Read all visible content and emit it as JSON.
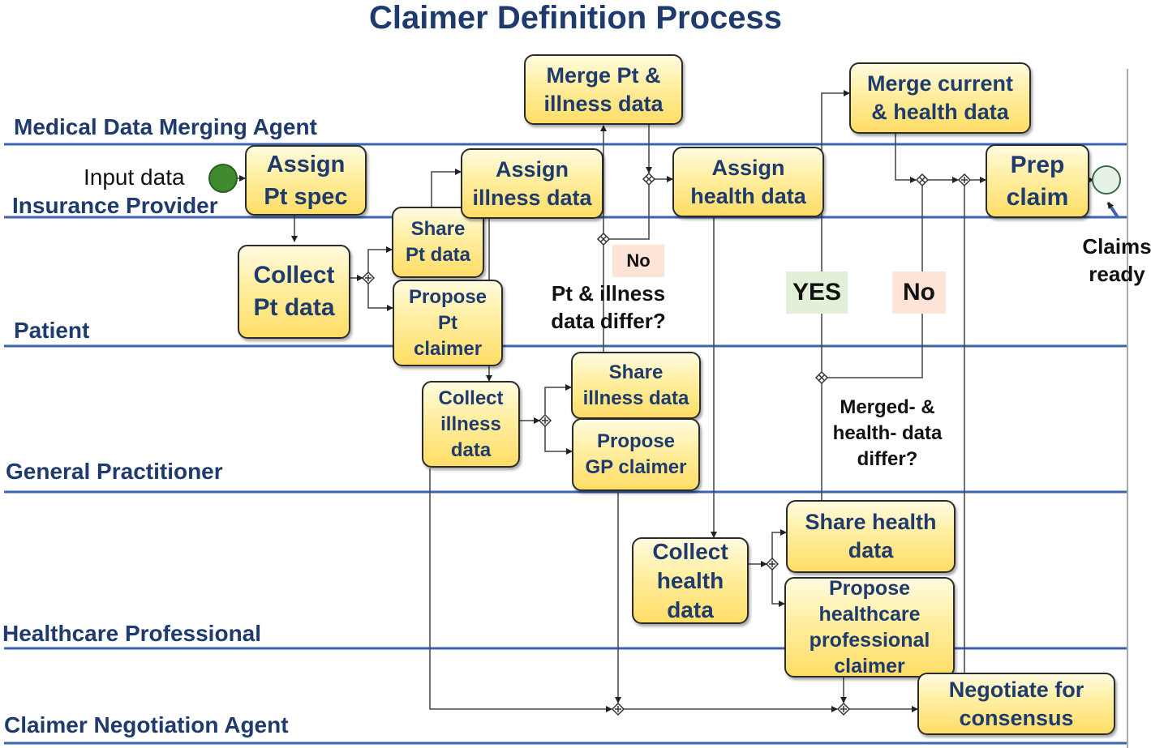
{
  "title": "Claimer Definition Process",
  "lanes": {
    "medical": "Medical Data Merging Agent",
    "insurance": "Insurance Provider",
    "patient": "Patient",
    "gp": "General Practitioner",
    "hcp": "Healthcare Professional",
    "negotiation": "Claimer Negotiation Agent"
  },
  "tasks": {
    "assign_pt_spec": "Assign\nPt spec",
    "collect_pt_data": "Collect\nPt data",
    "share_pt_data": "Share\nPt data",
    "propose_pt_claimer": "Propose\nPt\nclaimer",
    "assign_illness_data": "Assign\nillness data",
    "merge_pt_illness": "Merge Pt &\nillness data",
    "collect_illness_data": "Collect\nillness\ndata",
    "share_illness_data": "Share\nillness data",
    "propose_gp_claimer": "Propose\nGP claimer",
    "assign_health_data": "Assign\nhealth data",
    "collect_health_data": "Collect\nhealth\ndata",
    "share_health_data": "Share health\ndata",
    "propose_hcp_claimer": "Propose\nhealthcare\nprofessional\nclaimer",
    "merge_current_health": "Merge current\n& health data",
    "prep_claim": "Prep\nclaim",
    "negotiate": "Negotiate for\nconsensus"
  },
  "labels": {
    "input_data": "Input data",
    "claims_ready": "Claims\nready",
    "pt_illness_differ": "Pt & illness\ndata differ?",
    "merged_health_differ": "Merged- &\nhealth- data\ndiffer?",
    "no_small": "No",
    "yes": "YES",
    "no_big": "No"
  },
  "colors": {
    "lane_line": "#3a64b0",
    "lane_text": "#1f3b6e",
    "task_fill": "#ffe680",
    "start_event": "#3f8a2f",
    "end_event": "#e6f2e6",
    "yes_tag": "#e2f0d9",
    "no_tag": "#fde4d6"
  },
  "icons": {
    "start": "filled-circle-start-event",
    "end": "circle-end-event",
    "parallel_gateway": "diamond-plus-gateway",
    "exclusive_gateway": "diamond-x-gateway"
  }
}
